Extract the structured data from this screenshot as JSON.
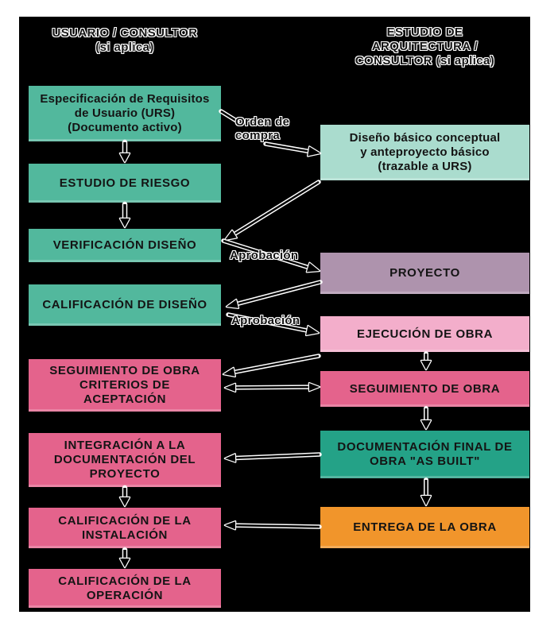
{
  "page": {
    "bg": "#FFFFFF",
    "panel_bg": "#000000",
    "text_color": "#141414",
    "arrow_color": "#000000",
    "arrow_outline_color": "#FFFFFF"
  },
  "headers": {
    "left": "USUARIO / CONSULTOR\n(si aplica)",
    "right": "ESTUDIO DE\nARQUITECTURA /\nCONSULTOR (si aplica)"
  },
  "arrow_labels": {
    "orden_de_compra": "Orden de\ncompra",
    "aprobacion_1": "Aprobación",
    "aprobacion_2": "Aprobación"
  },
  "colors": {
    "teal": "#52B89D",
    "light_teal": "#AADCCE",
    "purple": "#AE93AD",
    "light_pink": "#F3AECB",
    "pink": "#E4638C",
    "green": "#24A287",
    "orange": "#F1952B"
  },
  "left_column": {
    "boxes": [
      {
        "id": "urs",
        "label": "Especificación de Requisitos\nde Usuario (URS)\n(Documento activo)",
        "color": "#52B89D"
      },
      {
        "id": "estudio-riesgo",
        "label": "ESTUDIO DE RIESGO",
        "color": "#52B89D"
      },
      {
        "id": "verificacion-diseno",
        "label": "VERIFICACIÓN DISEÑO",
        "color": "#52B89D"
      },
      {
        "id": "calificacion-diseno",
        "label": "CALIFICACIÓN DE DISEÑO",
        "color": "#52B89D"
      },
      {
        "id": "seguimiento-obra-criterios",
        "label": "SEGUIMIENTO DE OBRA\nCRITERIOS DE\nACEPTACIÓN",
        "color": "#E4638C"
      },
      {
        "id": "integracion-documentacion",
        "label": "INTEGRACIÓN A LA\nDOCUMENTACIÓN DEL\nPROYECTO",
        "color": "#E4638C"
      },
      {
        "id": "calificacion-instalacion",
        "label": "CALIFICACIÓN DE LA\nINSTALACIÓN",
        "color": "#E4638C"
      },
      {
        "id": "calificacion-operacion",
        "label": "CALIFICACIÓN DE LA\nOPERACIÓN",
        "color": "#E4638C"
      }
    ]
  },
  "right_column": {
    "boxes": [
      {
        "id": "diseno-basico",
        "label": "Diseño básico conceptual\ny anteproyecto básico\n(trazable a URS)",
        "color": "#AADCCE"
      },
      {
        "id": "proyecto",
        "label": "PROYECTO",
        "color": "#AE93AD"
      },
      {
        "id": "ejecucion-obra",
        "label": "EJECUCIÓN DE OBRA",
        "color": "#F3AECB"
      },
      {
        "id": "seguimiento-obra",
        "label": "SEGUIMIENTO DE OBRA",
        "color": "#E4638C"
      },
      {
        "id": "documentacion-final",
        "label": "DOCUMENTACIÓN FINAL DE\nOBRA \"AS BUILT\"",
        "color": "#24A287"
      },
      {
        "id": "entrega-obra",
        "label": "ENTREGA DE LA OBRA",
        "color": "#F1952B"
      }
    ]
  }
}
